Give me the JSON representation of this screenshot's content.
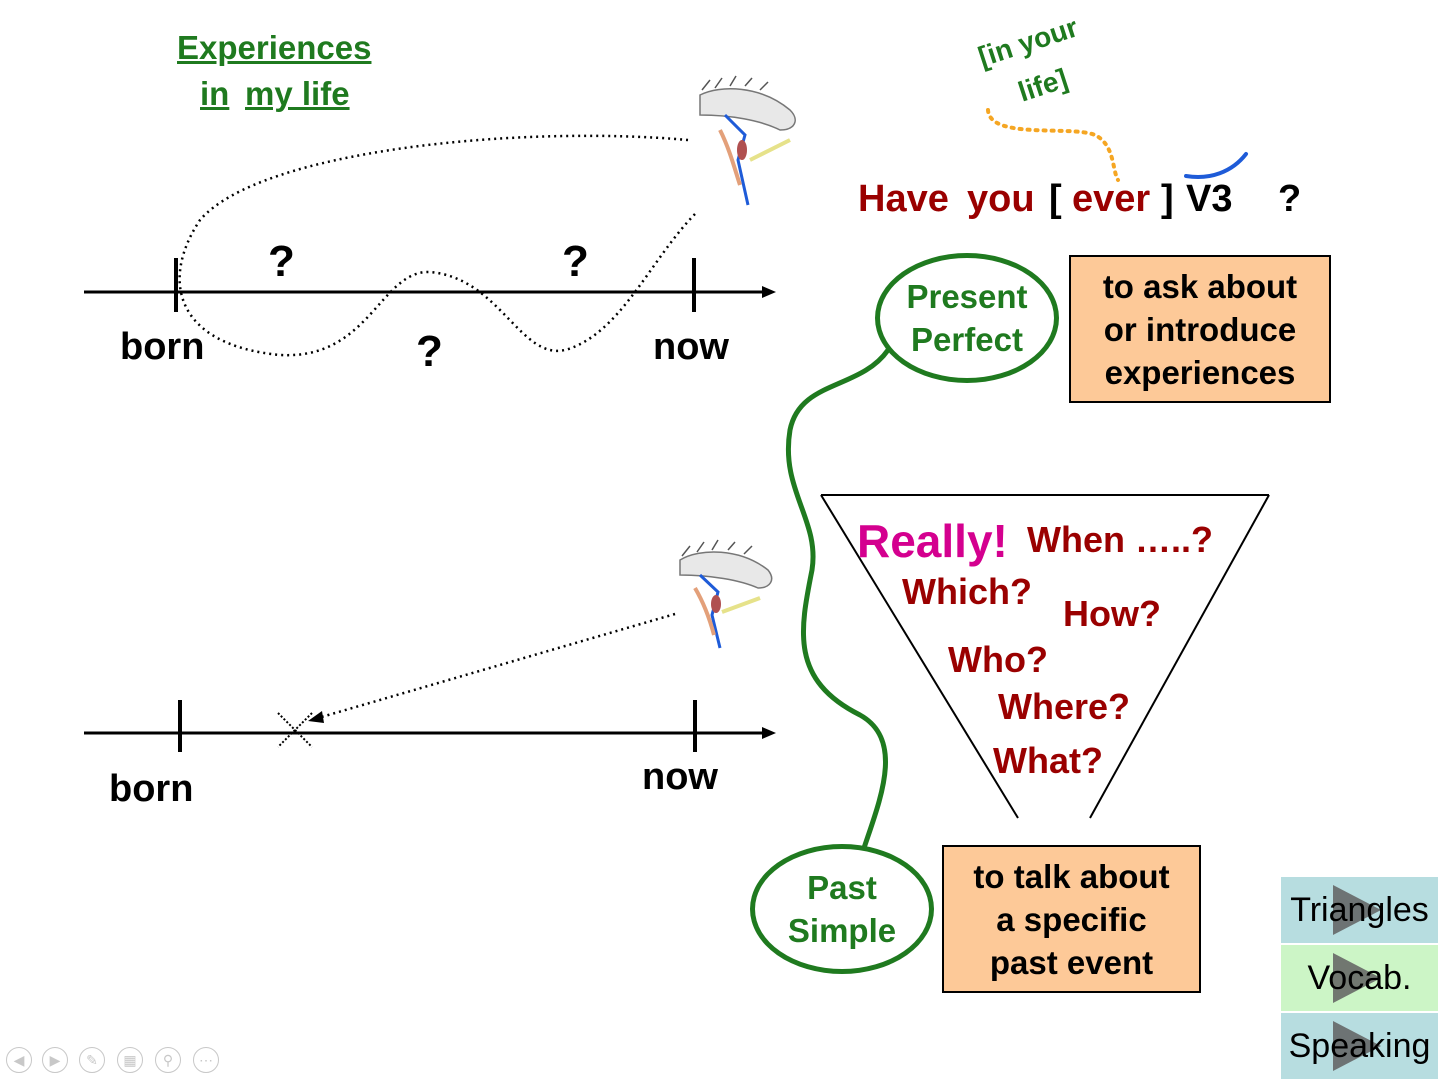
{
  "title": {
    "line1": "Experiences",
    "line2_a": "in",
    "line2_b": "my life"
  },
  "timeline_top": {
    "start": "born",
    "end": "now",
    "q1": "?",
    "q2": "?",
    "q3": "?"
  },
  "timeline_bottom": {
    "start": "born",
    "end": "now"
  },
  "question": {
    "have": "Have",
    "you": "you",
    "open": "[",
    "ever": "ever",
    "close": "]",
    "v3": "V3",
    "mark": "?",
    "note_line1": "[in your",
    "note_line2": "life]"
  },
  "present_perfect": {
    "line1": "Present",
    "line2": "Perfect",
    "desc": [
      "to ask about",
      "or introduce",
      "experiences"
    ]
  },
  "past_simple": {
    "line1": "Past",
    "line2": "Simple",
    "desc": [
      "to talk about",
      "a specific",
      "past event"
    ]
  },
  "funnel": {
    "really": "Really!",
    "when": "When …..?",
    "which": "Which?",
    "how": "How?",
    "who": "Who?",
    "where": "Where?",
    "what": "What?"
  },
  "nav": {
    "triangles": "Triangles",
    "vocab": "Vocab.",
    "speaking": "Speaking"
  },
  "slideshow_controls": [
    "prev-icon",
    "next-icon",
    "pen-icon",
    "slides-icon",
    "zoom-icon",
    "more-icon"
  ],
  "colors": {
    "dark_red": "#9a0000",
    "green": "#1f7a1f",
    "magenta": "#d4008f",
    "orange_box": "#fdc998",
    "dotted_orange": "#f5a623",
    "blue": "#1e5bd8"
  }
}
